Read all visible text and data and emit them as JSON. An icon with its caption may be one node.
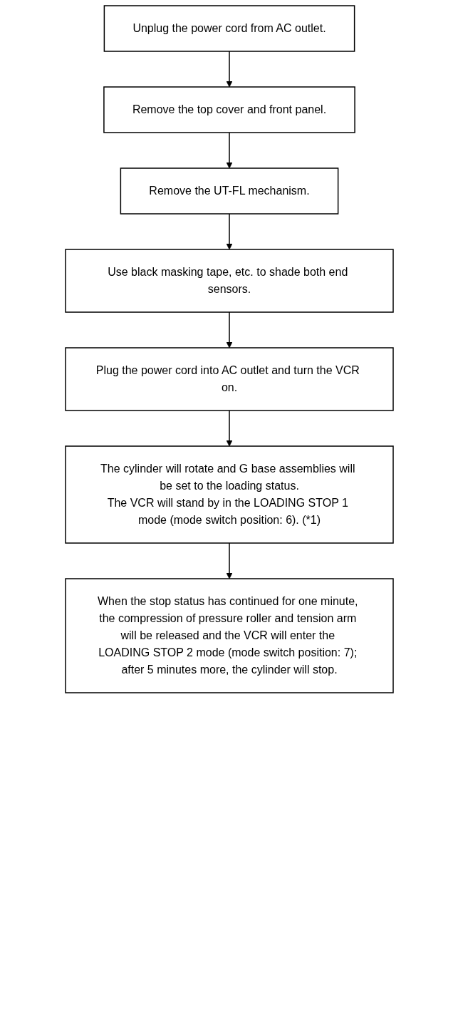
{
  "diagram": {
    "nodes": [
      {
        "text": [
          "Unplug the power cord from AC outlet."
        ]
      },
      {
        "text": [
          "Remove the top cover and front panel."
        ]
      },
      {
        "text": [
          "Remove the UT-FL mechanism."
        ]
      },
      {
        "text": [
          "Use black masking tape, etc. to shade both end sensors."
        ]
      },
      {
        "text": [
          "Plug the power cord into AC outlet and turn the VCR on."
        ]
      },
      {
        "text": [
          "The cylinder will rotate and G base assemblies will be set to the loading status.",
          "The VCR will stand by in the LOADING STOP 1 mode (mode switch position: 6). (*1)"
        ]
      },
      {
        "text": [
          "When the stop status has continued for one minute, the compression of pressure roller and tension arm will be released and the VCR will enter the LOADING STOP 2 mode (mode switch position: 7); after 5 minutes more, the cylinder will stop."
        ]
      }
    ],
    "edges": [
      {
        "from": 0,
        "to": 1,
        "arrow": "to"
      },
      {
        "from": 1,
        "to": 2,
        "arrow": "to"
      },
      {
        "from": 2,
        "to": 3,
        "arrow": "to"
      },
      {
        "from": 3,
        "to": 4,
        "arrow": "to"
      },
      {
        "from": 4,
        "to": 5,
        "arrow": "to"
      },
      {
        "from": 5,
        "to": 6,
        "arrow": "to"
      }
    ]
  }
}
